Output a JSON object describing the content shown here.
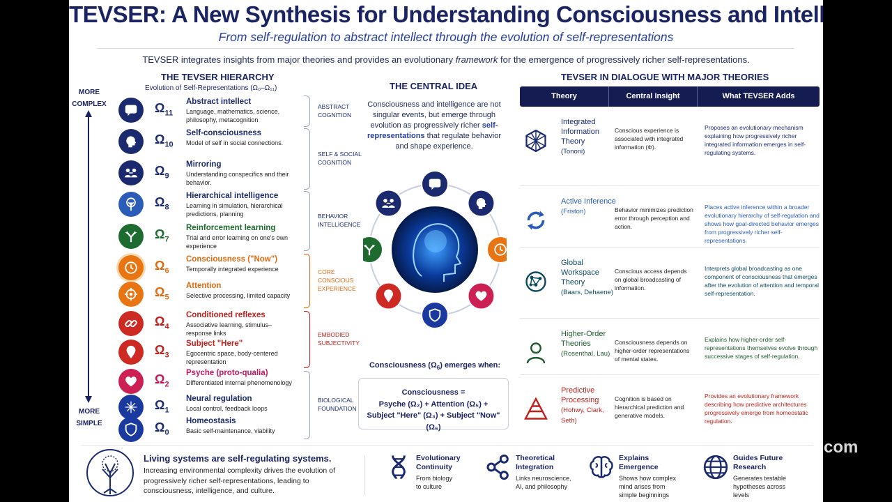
{
  "header": {
    "title": "TEVSER: A New Synthesis for Understanding Consciousness and Intelligence",
    "subtitle": "From self-regulation to abstract intellect through the evolution of self-representations",
    "intro_a": "TEVSER integrates insights from major theories and provides an evolutionary ",
    "intro_b": "framework",
    "intro_c": " for the emergence of progressively richer self-representations."
  },
  "hierarchy": {
    "heading": "THE TEVSER HIERARCHY",
    "subheading": "Evolution of Self-Representations (Ω₀–Ω₁₁)",
    "more_complex": "MORE\nCOMPLEX",
    "more_simple": "MORE\nSIMPLE",
    "levels": [
      {
        "omega": "Ω",
        "sub": "11",
        "name": "Abstract intellect",
        "desc": "Language, mathematics, science, philosophy, metacognition",
        "color": "#1b2a6e",
        "icon": "chat-bubble-icon",
        "circle": "#1b2a6e"
      },
      {
        "omega": "Ω",
        "sub": "10",
        "name": "Self-consciousness",
        "desc": "Model of self in social connections.",
        "color": "#1b2a6e",
        "icon": "head-profile-icon",
        "circle": "#1b2a6e"
      },
      {
        "omega": "Ω",
        "sub": "9",
        "name": "Mirroring",
        "desc": "Understanding conspecifics and their behavior.",
        "color": "#1b2a6e",
        "icon": "two-people-icon",
        "circle": "#1b2a6e"
      },
      {
        "omega": "Ω",
        "sub": "8",
        "name": "Hierarchical intelligence",
        "desc": "Learning in simulation, hierarchical predictions, planning",
        "color": "#1b2a6e",
        "icon": "tree-icon",
        "circle": "#2a5cb8"
      },
      {
        "omega": "Ω",
        "sub": "7",
        "name": "Reinforcement learning",
        "desc": "Trial and error learning on one's own experience",
        "color": "#1d6b2e",
        "icon": "branching-arrow-icon",
        "circle": "#1d6b2e"
      },
      {
        "omega": "Ω",
        "sub": "6",
        "name": "Consciousness (\"Now\")",
        "desc": "Temporally integrated experience",
        "color": "#e06a10",
        "icon": "clock-icon",
        "circle": "#e87512"
      },
      {
        "omega": "Ω",
        "sub": "5",
        "name": "Attention",
        "desc": "Selective processing, limited capacity",
        "color": "#e06a10",
        "icon": "target-icon",
        "circle": "#e87512"
      },
      {
        "omega": "Ω",
        "sub": "4",
        "name": "Conditioned reflexes",
        "desc": "Associative learning, stimulus–response links",
        "color": "#c0201c",
        "icon": "chain-link-icon",
        "circle": "#cc2a22"
      },
      {
        "omega": "Ω",
        "sub": "3",
        "name": "Subject \"Here\"",
        "desc": "Egocentric space, body-centered representation",
        "color": "#c0201c",
        "icon": "location-pin-icon",
        "circle": "#cc2a22"
      },
      {
        "omega": "Ω",
        "sub": "2",
        "name": "Psyche (proto-qualia)",
        "desc": "Differentiated internal phenomenology",
        "color": "#c2185b",
        "icon": "heart-icon",
        "circle": "#cc2055"
      },
      {
        "omega": "Ω",
        "sub": "1",
        "name": "Neural regulation",
        "desc": "Local control, feedback loops",
        "color": "#1b2a6e",
        "icon": "neuron-icon",
        "circle": "#1b3aa0"
      },
      {
        "omega": "Ω",
        "sub": "0",
        "name": "Homeostasis",
        "desc": "Basic self-maintenance, viability",
        "color": "#1b2a6e",
        "icon": "shield-icon",
        "circle": "#1b3aa0"
      }
    ],
    "groups": [
      {
        "label": "ABSTRACT\nCOGNITION",
        "color": "#1b2a6e"
      },
      {
        "label": "SELF & SOCIAL\nCOGNITION",
        "color": "#1b2a6e"
      },
      {
        "label": "BEHAVIOR\nINTELLIGENCE",
        "color": "#1b2a6e"
      },
      {
        "label": "CORE\nCONSCIOUS\nEXPERIENCE",
        "color": "#e06a10"
      },
      {
        "label": "EMBODIED\nSUBJECTIVITY",
        "color": "#c0201c"
      },
      {
        "label": "BIOLOGICAL\nFOUNDATION",
        "color": "#1b2a6e"
      }
    ]
  },
  "central": {
    "heading": "THE CENTRAL IDEA",
    "text_a": "Consciousness and intelligence are not singular events, but emerge through evolution as progressively richer ",
    "text_b": "self-representations",
    "text_c": " that regulate behavior and shape experience.",
    "emerges_a": "Consciousness (Ω",
    "emerges_sub": "6",
    "emerges_b": ") emerges when:",
    "formula_1": "Consciousness =",
    "formula_2": "Psyche (Ω₂) + Attention (Ω₅) +",
    "formula_3": "Subject \"Here\" (Ω₃) + Subject \"Now\" (Ω₆)"
  },
  "dialogue": {
    "heading": "TEVSER IN DIALOGUE WITH MAJOR THEORIES",
    "columns": [
      "Theory",
      "Central Insight",
      "What TEVSER Adds"
    ],
    "rows": [
      {
        "name": "Integrated Information Theory",
        "author": "(Tononi)",
        "insight": "Conscious experience is associated with integrated information (Φ).",
        "adds": "Proposes an evolutionary mechanism explaining how progressively richer integrated information emerges in self-regulating systems.",
        "color": "#1b2a6e",
        "icon": "geodesic-icon"
      },
      {
        "name": "Active Inference",
        "author": "(Friston)",
        "insight": "Behavior minimizes prediction error through perception and action.",
        "adds": "Places active inference within a broader evolutionary hierarchy of self-regulation and shows how goal-directed behavior emerges from progressively richer self-representations.",
        "color": "#2a5cb8",
        "icon": "cycle-arrows-icon"
      },
      {
        "name": "Global Workspace Theory",
        "author": "(Baars, Dehaene)",
        "insight": "Conscious access depends on global broadcasting of information.",
        "adds": "Interprets global broadcasting as one component of consciousness that emerges after the evolution of attention and temporal self-representation.",
        "color": "#0e4a5e",
        "icon": "network-globe-icon"
      },
      {
        "name": "Higher-Order Theories",
        "author": "(Rosenthal, Lau)",
        "insight": "Consciousness depends on higher-order representations of mental states.",
        "adds": "Explains how higher-order self-representations themselves evolve through successive stages of self-regulation.",
        "color": "#1d5a2e",
        "icon": "person-outline-icon"
      },
      {
        "name": "Predictive Processing",
        "author": "(Hohwy, Clark, Seth)",
        "insight": "Cognition is based on hierarchical prediction and generative models.",
        "adds": "Provides an evolutionary framework describing how predictive architectures progressively emerge from homeostatic regulation.",
        "color": "#c0201c",
        "icon": "pyramid-icon"
      }
    ]
  },
  "footer": {
    "living_title": "Living systems are self-regulating systems.",
    "living_desc": "Increasing environmental complexity drives the evolution of progressively richer self-representations, leading to consciousness, intelligence, and culture.",
    "features": [
      {
        "title": "Evolutionary\nContinuity",
        "desc": "From biology\nto culture",
        "icon": "dna-icon"
      },
      {
        "title": "Theoretical\nIntegration",
        "desc": "Links neuroscience,\nAI, and philosophy",
        "icon": "connected-nodes-icon"
      },
      {
        "title": "Explains\nEmergence",
        "desc": "Shows how complex\nmind arises from\nsimple beginnings",
        "icon": "brain-icon"
      },
      {
        "title": "Guides Future\nResearch",
        "desc": "Generates testable\nhypotheses across\nlevels",
        "icon": "globe-icon"
      }
    ],
    "watermark": "com"
  }
}
